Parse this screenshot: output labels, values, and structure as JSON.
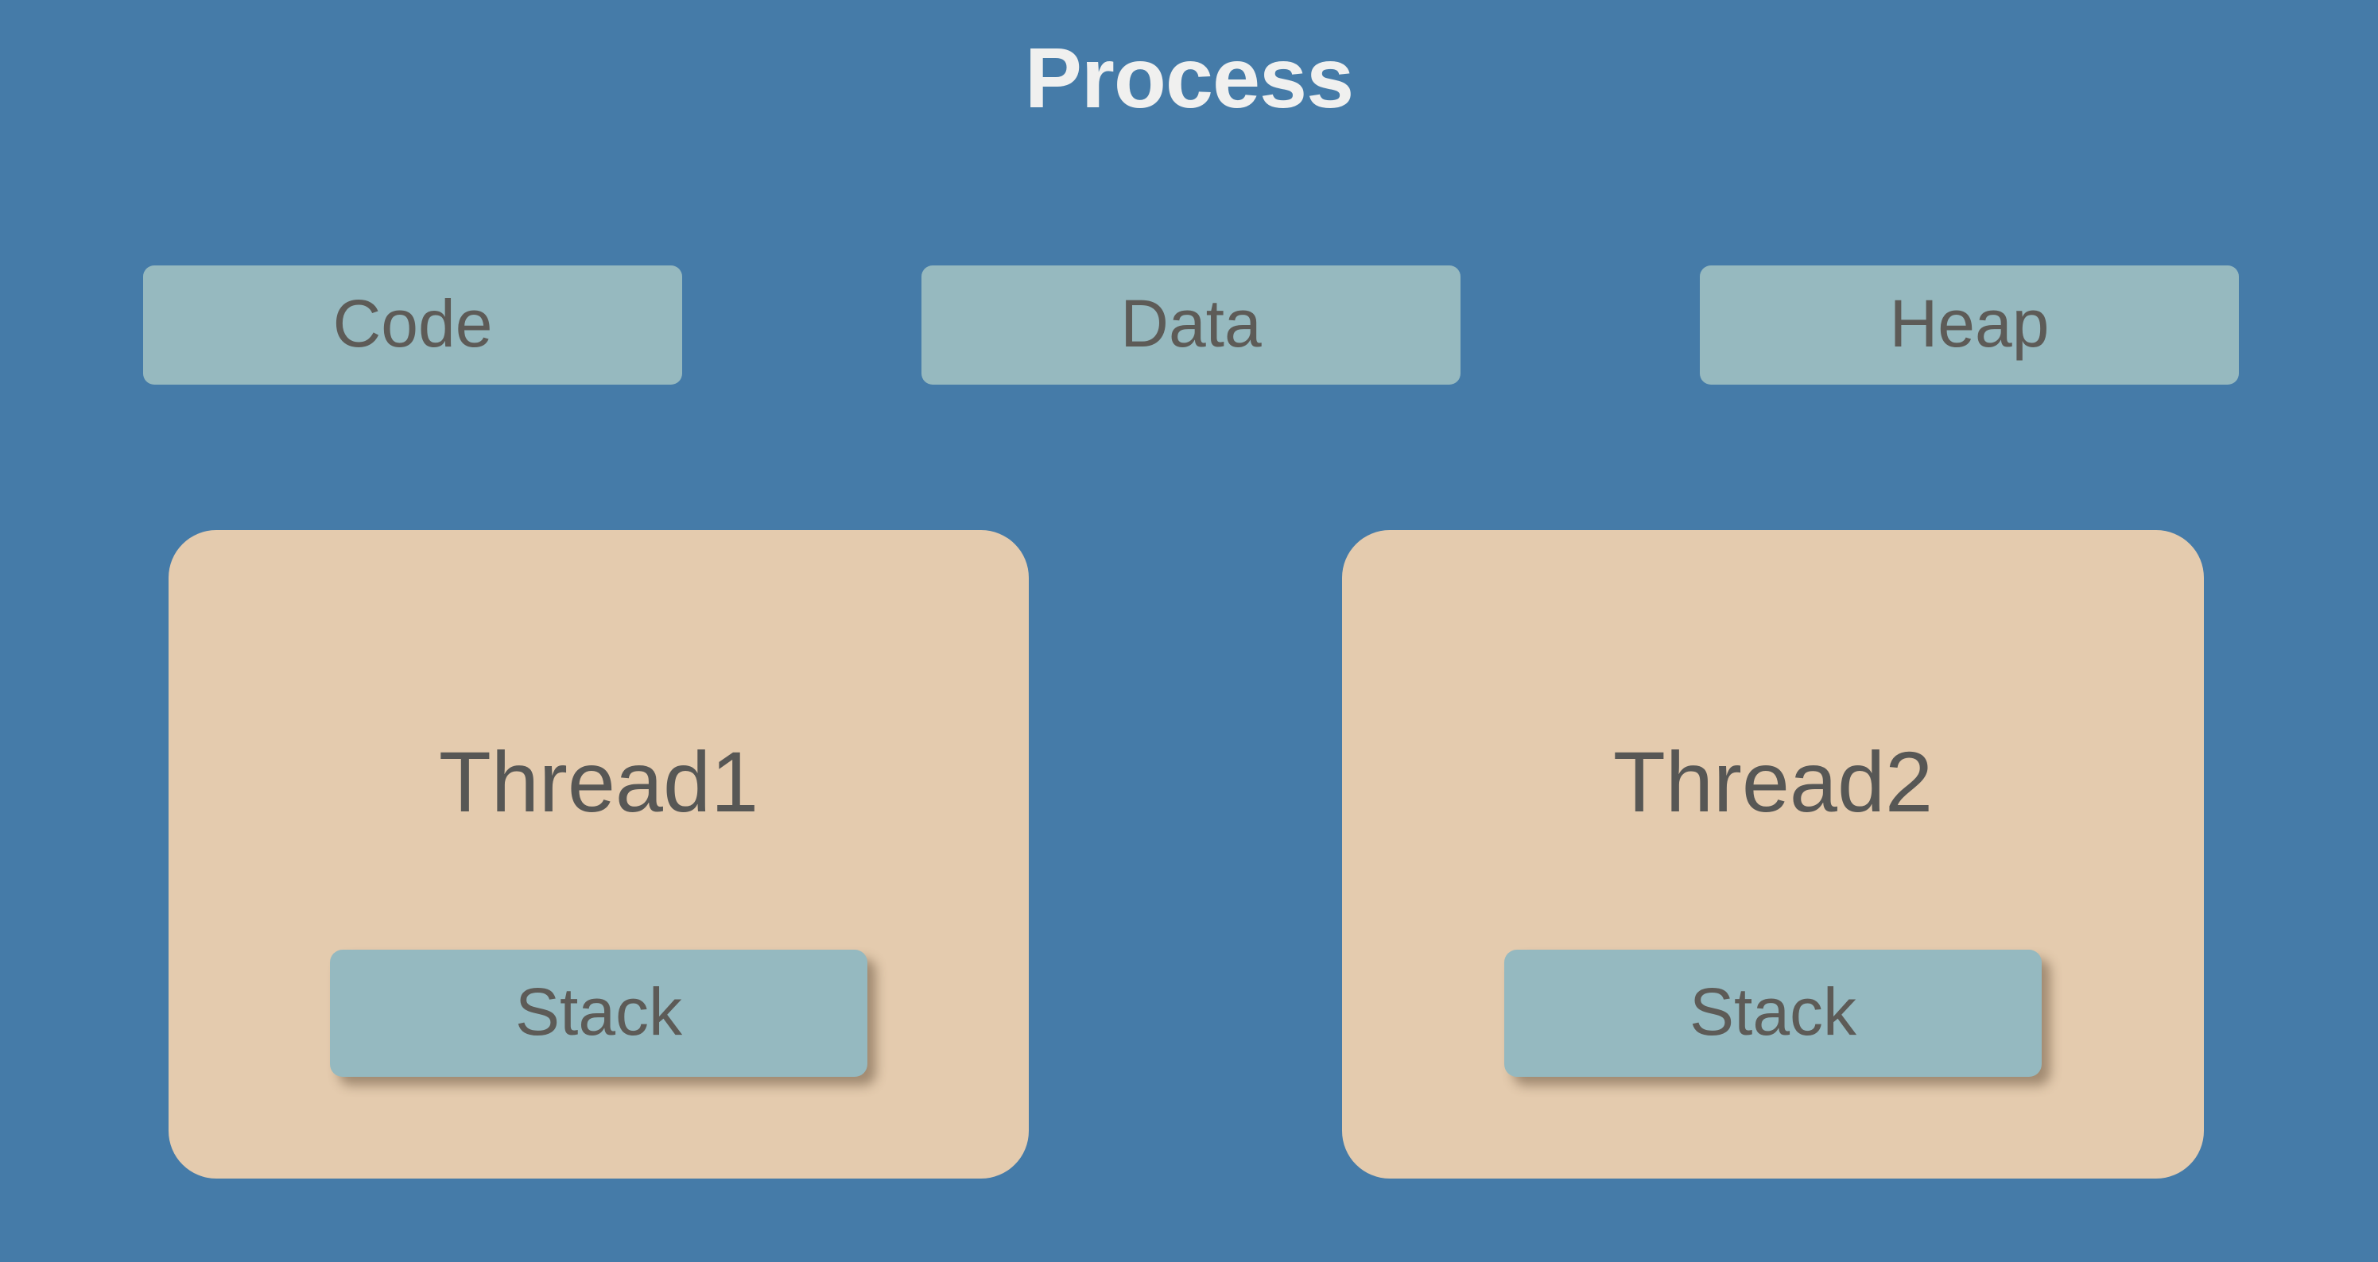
{
  "diagram": {
    "title": "Process",
    "background_color": "#457ba8",
    "title_color": "#f0f0ef",
    "segment_fill_color": "#96b9bf",
    "thread_fill_color": "#e4cbae",
    "stack_fill_color": "#95b9c0",
    "label_text_color": "#5d5b57"
  },
  "segments": [
    {
      "name": "code",
      "label": "Code"
    },
    {
      "name": "data",
      "label": "Data"
    },
    {
      "name": "heap",
      "label": "Heap"
    }
  ],
  "threads": [
    {
      "name": "thread1",
      "label": "Thread1",
      "stack_label": "Stack"
    },
    {
      "name": "thread2",
      "label": "Thread2",
      "stack_label": "Stack"
    }
  ]
}
